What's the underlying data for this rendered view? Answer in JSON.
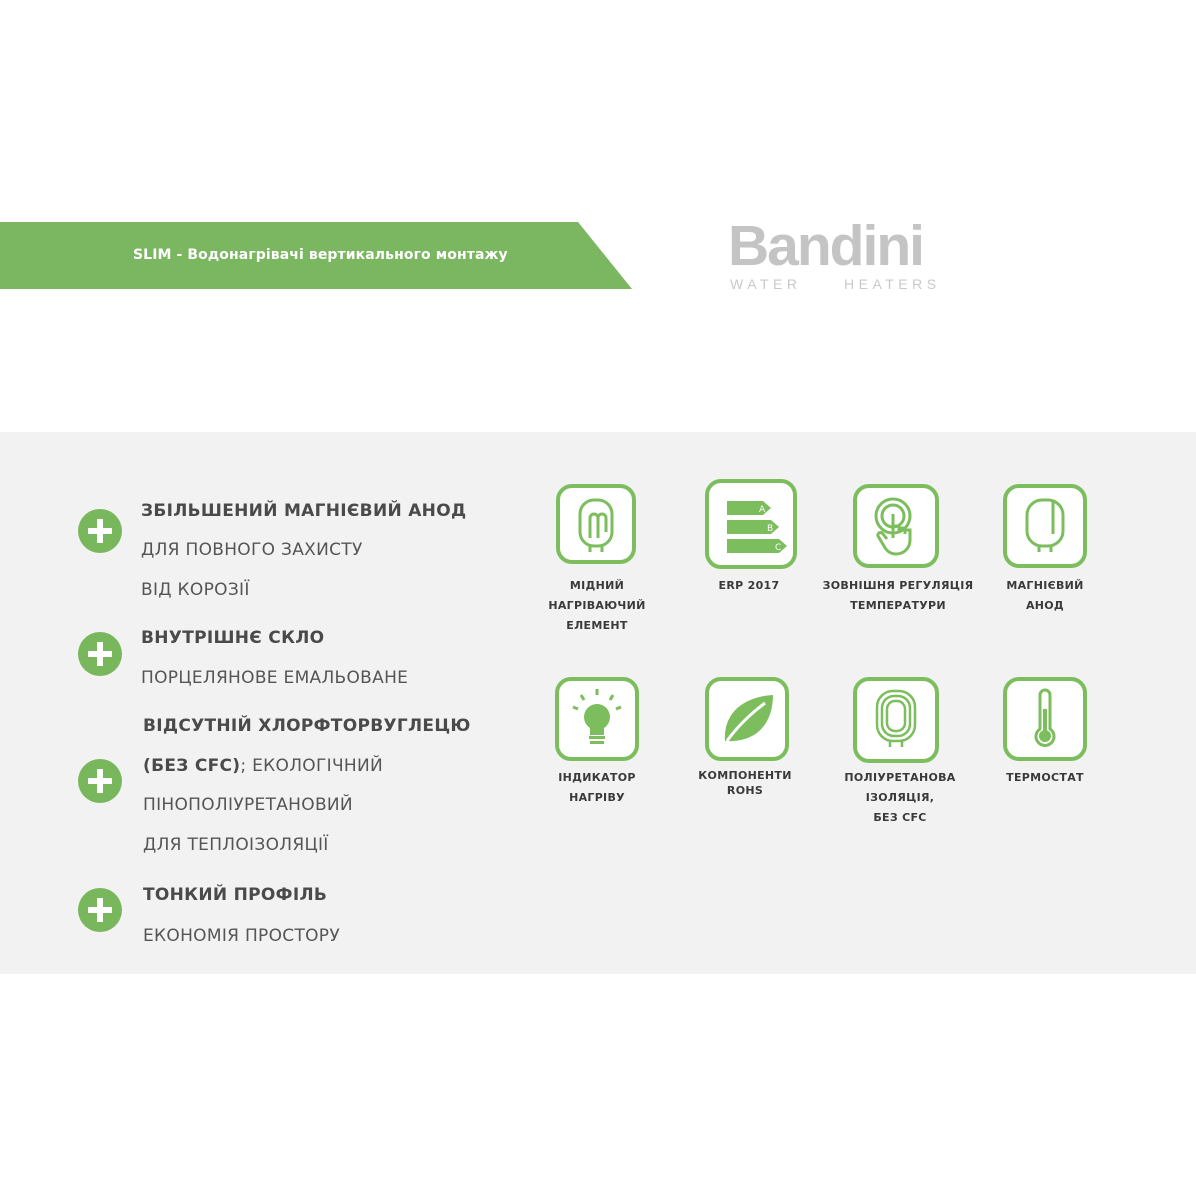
{
  "banner": {
    "title": "SLIM - Водонагрівачі вертикального монтажу",
    "color": "#7bb661"
  },
  "logo": {
    "name": "Bandini",
    "word1": "WATER",
    "word2": "HEATERS",
    "color": "#c4c4c4"
  },
  "accent": "#79b75c",
  "features": [
    {
      "icon": "plus-icon",
      "lines": [
        "ЗБІЛЬШЕНИЙ МАГНІЄВИЙ АНОД",
        "ДЛЯ ПОВНОГО ЗАХИСТУ",
        "ВІД КОРОЗІЇ"
      ]
    },
    {
      "icon": "plus-icon",
      "lines": [
        "ВНУТРІШНЄ СКЛО",
        "ПОРЦЕЛЯНОВЕ ЕМАЛЬОВАНЕ"
      ]
    },
    {
      "icon": "plus-icon",
      "lines": [
        "ВІДСУТНІЙ ХЛОРФТОРВУГЛЕЦЮ",
        "(БЕЗ CFC)",
        "; ЕКОЛОГІЧНИЙ",
        "ПІНОПОЛІУРЕТАНОВИЙ",
        "ДЛЯ ТЕПЛОІЗОЛЯЦІЇ"
      ]
    },
    {
      "icon": "plus-icon",
      "lines": [
        "ТОНКИЙ ПРОФІЛЬ",
        "ЕКОНОМІЯ ПРОСТОРУ"
      ]
    }
  ],
  "icons": [
    {
      "icon": "copper-element-icon",
      "caption": [
        "МІДНИЙ",
        "НАГРІВАЮЧИЙ",
        "ЕЛЕМЕНТ"
      ]
    },
    {
      "icon": "energy-class-icon",
      "caption": [
        "ERP 2017"
      ],
      "labels": [
        "A",
        "B",
        "C"
      ]
    },
    {
      "icon": "touch-control-icon",
      "caption": [
        "ЗОВНІШНЯ РЕГУЛЯЦІЯ",
        "ТЕМПЕРАТУРИ"
      ]
    },
    {
      "icon": "anode-icon",
      "caption": [
        "МАГНІЄВИЙ",
        "АНОД"
      ]
    },
    {
      "icon": "lightbulb-icon",
      "caption": [
        "ІНДИКАТОР",
        "НАГРІВУ"
      ]
    },
    {
      "icon": "leaf-icon",
      "caption": [
        "КОМПОНЕНТИ",
        "ROHS"
      ]
    },
    {
      "icon": "insulation-icon",
      "caption": [
        "ПОЛІУРЕТАНОВА",
        "ІЗОЛЯЦІЯ,",
        "БЕЗ CFC"
      ]
    },
    {
      "icon": "thermometer-icon",
      "caption": [
        "ТЕРМОСТАТ"
      ]
    }
  ]
}
